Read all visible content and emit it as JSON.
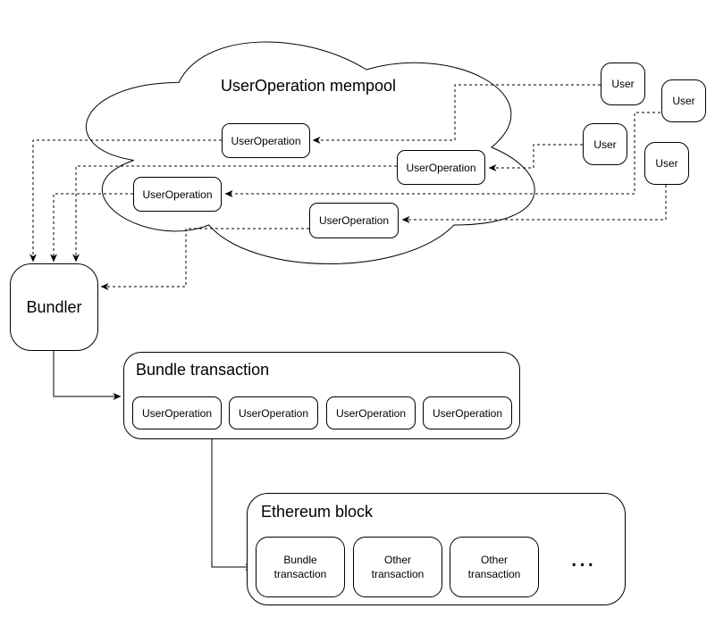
{
  "colors": {
    "stroke": "#000000",
    "background": "#ffffff"
  },
  "cloud": {
    "title": "UserOperation mempool",
    "operations": [
      "UserOperation",
      "UserOperation",
      "UserOperation",
      "UserOperation"
    ]
  },
  "users": [
    "User",
    "User",
    "User",
    "User"
  ],
  "bundler": {
    "label": "Bundler"
  },
  "bundle_transaction": {
    "title": "Bundle transaction",
    "operations": [
      "UserOperation",
      "UserOperation",
      "UserOperation",
      "UserOperation"
    ]
  },
  "ethereum_block": {
    "title": "Ethereum block",
    "transactions": [
      "Bundle transaction",
      "Other transaction",
      "Other transaction"
    ],
    "ellipsis": "..."
  }
}
